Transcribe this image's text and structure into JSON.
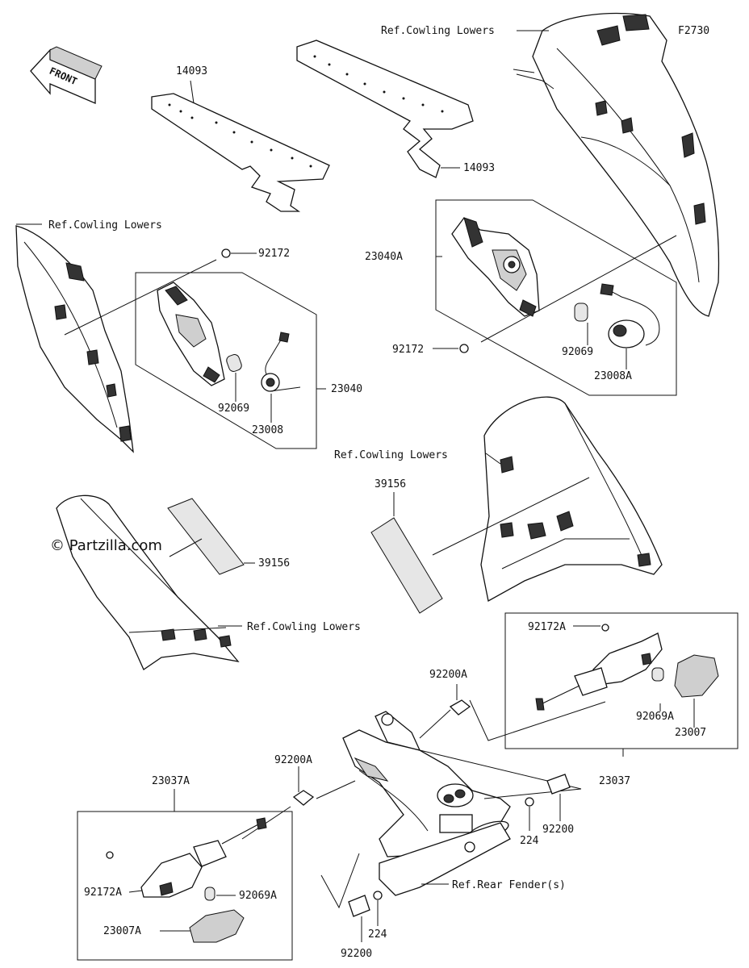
{
  "diagram_code": "F2730",
  "front_label": "FRONT",
  "watermark": "© Partzilla.com",
  "labels": {
    "ref_cowling_lowers_top": "Ref.Cowling Lowers",
    "ref_cowling_lowers_left": "Ref.Cowling Lowers",
    "ref_cowling_lowers_mid": "Ref.Cowling Lowers",
    "ref_cowling_lowers_bottom": "Ref.Cowling Lowers",
    "ref_rear_fender": "Ref.Rear Fender(s)",
    "p14093_a": "14093",
    "p14093_b": "14093",
    "p92172_a": "92172",
    "p92172_b": "92172",
    "p23040a": "23040A",
    "p23040": "23040",
    "p92069_a": "92069",
    "p92069_b": "92069",
    "p23008": "23008",
    "p23008a": "23008A",
    "p39156_a": "39156",
    "p39156_b": "39156",
    "p92172a_a": "92172A",
    "p92172a_b": "92172A",
    "p92069a_a": "92069A",
    "p92069a_b": "92069A",
    "p23007": "23007",
    "p23007a": "23007A",
    "p23037": "23037",
    "p23037a": "23037A",
    "p92200a_a": "92200A",
    "p92200a_b": "92200A",
    "p224_a": "224",
    "p224_b": "224",
    "p92200_a": "92200",
    "p92200_b": "92200"
  }
}
